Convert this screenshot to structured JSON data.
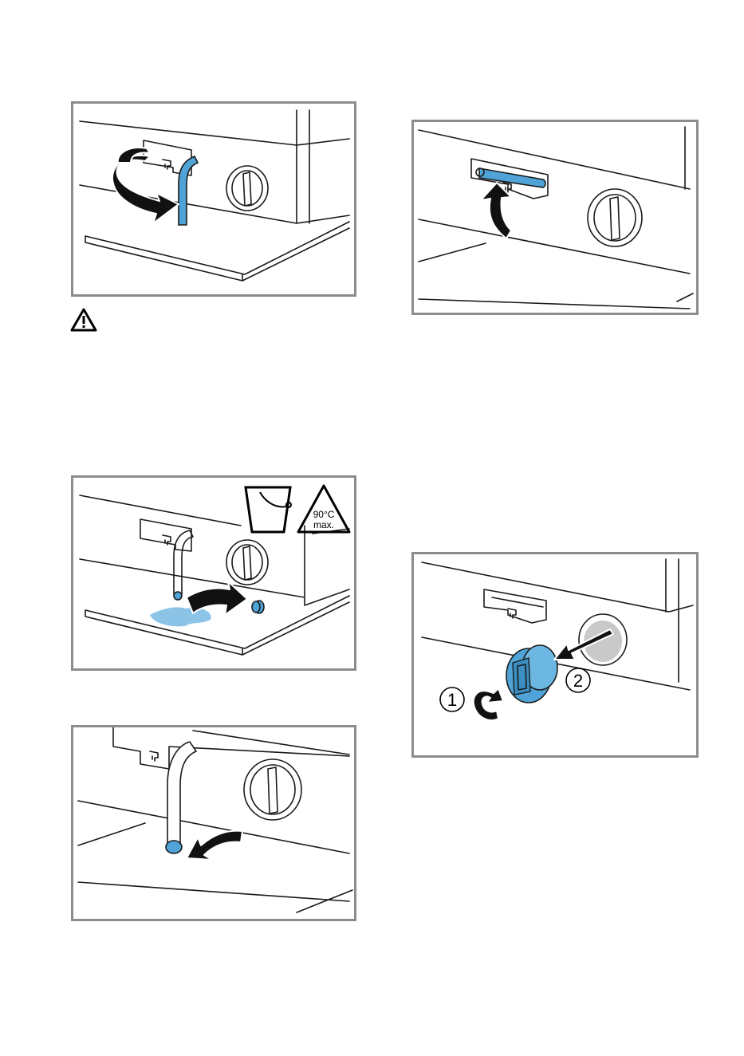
{
  "figures": [
    {
      "id": "fig-rotate-hose",
      "icon": "rotate-arrow-icon"
    },
    {
      "id": "fig-insert-hose",
      "icon": "up-arrow-icon"
    },
    {
      "id": "fig-drain-water",
      "icon": "bucket-icon",
      "temp_line1": "90°C",
      "temp_line2": "max."
    },
    {
      "id": "fig-remove-pump-cap",
      "step1": "1",
      "step2": "2"
    },
    {
      "id": "fig-hose-back",
      "icon": "curved-arrow-icon"
    }
  ],
  "warning": {
    "icon": "warning-triangle-icon"
  },
  "colors": {
    "accent": "#4fa3d6",
    "frame": "#8c8c8c",
    "line": "#1a1a1a"
  }
}
